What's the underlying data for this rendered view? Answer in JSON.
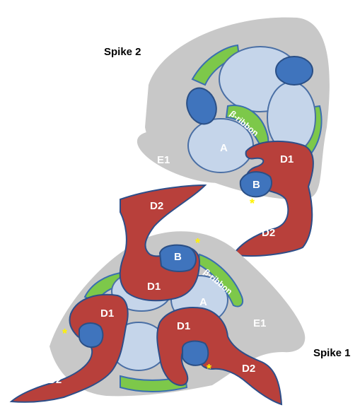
{
  "labels": {
    "spike2": "Spike 2",
    "spike1": "Spike 1",
    "d1": "D1",
    "d2": "D2",
    "a": "A",
    "b": "B",
    "e1": "E1",
    "ribbon": "β-ribbon",
    "star": "*"
  },
  "colors": {
    "gray": "#c8c8c8",
    "light_blue": "#c5d5ea",
    "light_blue_stroke": "#4a6fa5",
    "blue": "#3f74bd",
    "blue_stroke": "#2a4f86",
    "green": "#7dc84a",
    "green_stroke": "#3a6fb0",
    "red": "#b8403b",
    "red_stroke": "#2d4e89",
    "star": "#fff200"
  }
}
